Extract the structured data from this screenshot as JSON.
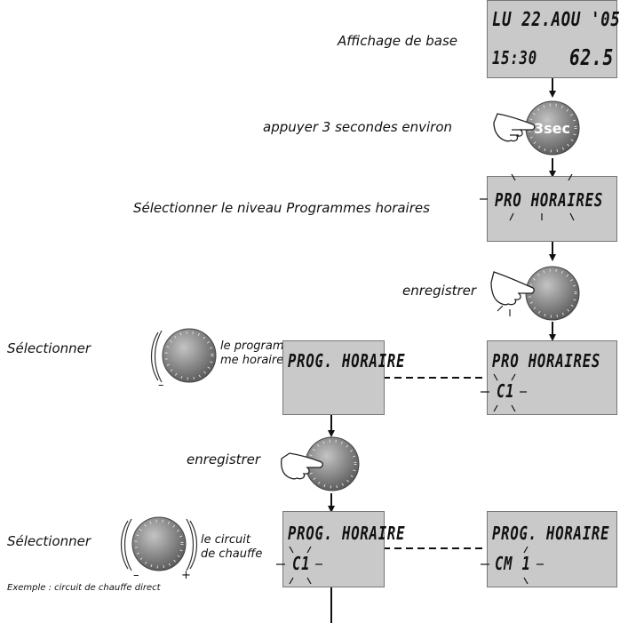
{
  "labels": {
    "affichage_de_base": "Affichage de base",
    "appuyer": "appuyer 3 secondes environ",
    "selectionner_niveau": "Sélectionner le niveau Programmes horaires",
    "enregistrer_1": "enregistrer",
    "selectionner_1": "Sélectionner",
    "programme_horaire_1": "le program-",
    "programme_horaire_2": "me horaire",
    "enregistrer_2": "enregistrer",
    "selectionner_2": "Sélectionner",
    "circuit_1": "le circuit",
    "circuit_2": "de chauffe",
    "exemple": "Exemple : circuit de chauffe direct"
  },
  "displays": {
    "base": {
      "line1": "LU 22.AOU '05",
      "line2_left": "15:30",
      "line2_right": "62.5"
    },
    "niveau": {
      "line1": "PRO HORAIRES"
    },
    "prog_select_left": {
      "line1": "PROG. HORAIRE"
    },
    "prog_select_right": {
      "line1": "PRO HORAIRES",
      "line2": "C1"
    },
    "circuit_left": {
      "line1": "PROG. HORAIRE",
      "line2": "C1"
    },
    "circuit_right": {
      "line1": "PROG. HORAIRE",
      "line2": "CM 1"
    }
  },
  "button_text": "3sec",
  "dial_marks": {
    "minus": "–",
    "plus": "+"
  },
  "colors": {
    "lcd": "#c9c9c9",
    "knob_dark": "#6a6a6a",
    "knob_light": "#b9b9b9"
  }
}
